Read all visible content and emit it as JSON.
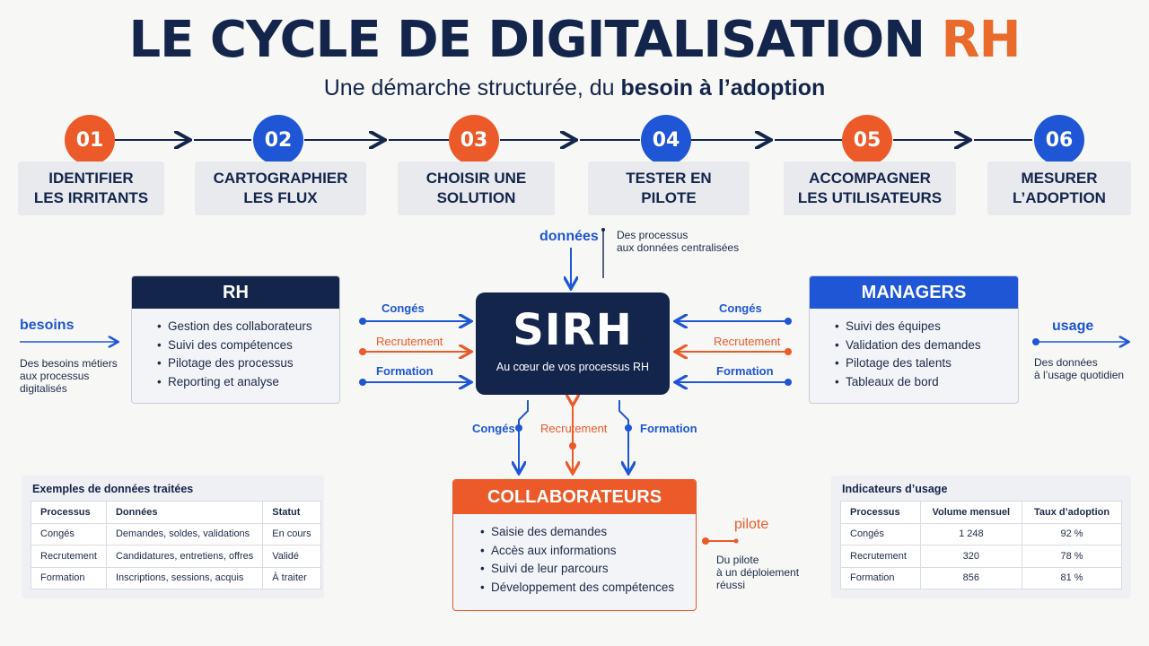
{
  "header": {
    "title_main": "LE CYCLE DE DIGITALISATION ",
    "title_accent": "RH",
    "subtitle_pre": "Une démarche structurée, du ",
    "subtitle_bold": "besoin à l’adoption"
  },
  "steps": [
    {
      "num": "01",
      "label": "IDENTIFIER\nLES IRRITANTS"
    },
    {
      "num": "02",
      "label": "CARTOGRAPHIER\nLES FLUX"
    },
    {
      "num": "03",
      "label": "CHOISIR UNE\nSOLUTION"
    },
    {
      "num": "04",
      "label": "TESTER EN\nPILOTE"
    },
    {
      "num": "05",
      "label": "ACCOMPAGNER\nLES UTILISATEURS"
    },
    {
      "num": "06",
      "label": "MESURER\nL’ADOPTION"
    }
  ],
  "donnees": {
    "heading": "données",
    "text": "Des processus\naux données centralisées"
  },
  "rh": {
    "title": "RH",
    "items": [
      "Gestion des collaborateurs",
      "Suivi des compétences",
      "Pilotage des processus",
      "Reporting et analyse"
    ]
  },
  "managers": {
    "title": "MANAGERS",
    "items": [
      "Suivi des équipes",
      "Validation des demandes",
      "Pilotage des talents",
      "Tableaux de bord"
    ]
  },
  "collaborateurs": {
    "title": "COLLABORATEURS",
    "items": [
      "Saisie des demandes",
      "Accès aux informations",
      "Suivi de leur parcours",
      "Développement des compétences"
    ]
  },
  "sirh": {
    "title": "SIRH",
    "subtitle": "Au cœur de vos processus RH"
  },
  "flows": {
    "conges": "Congés",
    "recrutement": "Recrutement",
    "formation": "Formation"
  },
  "besoins": {
    "heading": "besoins",
    "text": "Des besoins métiers\naux processus\ndigitalisés"
  },
  "usage": {
    "heading": "usage",
    "text": "Des données\nà l’usage quotidien"
  },
  "pilote": {
    "heading": "pilote",
    "text": "Du pilote\nà un déploiement\nréussi"
  },
  "examples_table": {
    "title": "Exemples de données traitées",
    "headers": [
      "Processus",
      "Données",
      "Statut"
    ],
    "rows": [
      [
        "Congés",
        "Demandes, soldes, validations",
        "En cours"
      ],
      [
        "Recrutement",
        "Candidatures, entretiens, offres",
        "Validé"
      ],
      [
        "Formation",
        "Inscriptions, sessions, acquis",
        "À traiter"
      ]
    ]
  },
  "usage_table": {
    "title": "Indicateurs d’usage",
    "headers": [
      "Processus",
      "Volume mensuel",
      "Taux d’adoption"
    ],
    "rows": [
      [
        "Congés",
        "1 248",
        "92 %"
      ],
      [
        "Recrutement",
        "320",
        "78 %"
      ],
      [
        "Formation",
        "856",
        "81 %"
      ]
    ]
  },
  "colors": {
    "navy": "#13254b",
    "blue": "#1f56d6",
    "orange": "#ec5a2a"
  }
}
